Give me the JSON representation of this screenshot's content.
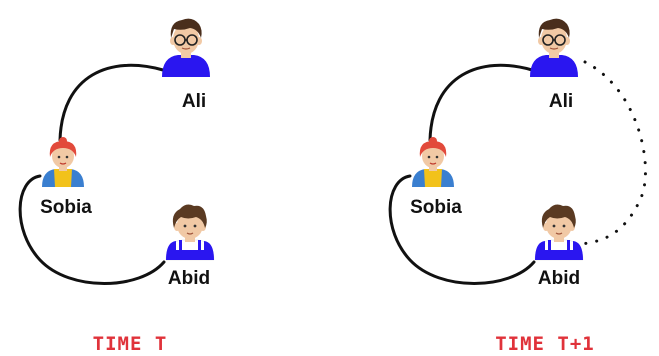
{
  "panels": [
    {
      "caption": "TIME T",
      "people": {
        "ali": "Ali",
        "sobia": "Sobia",
        "abid": "Abid"
      }
    },
    {
      "caption": "TIME T+1",
      "people": {
        "ali": "Ali",
        "sobia": "Sobia",
        "abid": "Abid"
      }
    }
  ],
  "colors": {
    "caption": "#e0323a",
    "link": "#111111",
    "ali_shirt": "#2a16f0",
    "sobia_shirt": "#3a7fd0",
    "sobia_top": "#f2c21b",
    "sobia_hair": "#e24a3b",
    "abid_overall": "#2a16f0",
    "skin": "#f1c9a5"
  }
}
